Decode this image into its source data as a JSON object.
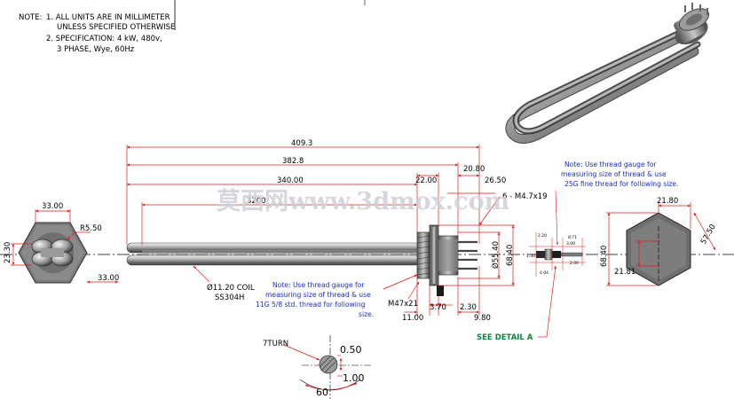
{
  "notes": {
    "label": "NOTE:",
    "line1": "1. ALL UNITS ARE IN MILLIMETER",
    "line2": "UNLESS SPECIFIED OTHERWISE",
    "line3": "2. SPECIFICATION:  4 kW, 480v,",
    "line4": "3 PHASE, Wye, 60Hz"
  },
  "dimensions": {
    "overall": "409.3",
    "d382": "382.8",
    "d340": "340.00",
    "d222": "22.00",
    "d2080": "20.80",
    "d2650": "26.50",
    "d3200": "3200",
    "m4": "6 - M4.7x19",
    "hex33top": "33.00",
    "r550": "R5.50",
    "d2330": "23.30",
    "hex33bot": "33.00",
    "coil": "Ø11.20  COIL",
    "material": "SS304H",
    "d5540": "Ø55.40",
    "d6840": "68.40",
    "m47": "M47x21",
    "d1100": "11.00",
    "d370": "3.70",
    "d230": "2.30",
    "d980": "9.80",
    "e6840": "68.40",
    "e2180a": "21.80",
    "e5750": "57.50",
    "e2181": "21.81",
    "turn": "7TURN",
    "t050": "0.50",
    "t100": "1.00",
    "t60": "60",
    "dt1": "2.20",
    "dt2": "8.71",
    "dt3": "3.00",
    "dt4": "1.30",
    "dt5": "4.04",
    "dt6": "2.00"
  },
  "notes_blue": {
    "a1": "Note: Use thread gauge  for",
    "a2": "measuring size of thread & use",
    "a3": "25G fine thread for following size.",
    "b1": "Note: Use thread gauge  for",
    "b2": "measuring size of thread & use",
    "b3": "11G 5/8 std. thread for following",
    "b4": "size."
  },
  "detail_label": "SEE DETAIL A",
  "watermark": "莫西网www.3dmox.com",
  "colors": {
    "dimension_red": "#e11a1a",
    "note_blue": "#1b2fc9",
    "detail_green": "#0a8a3a"
  }
}
